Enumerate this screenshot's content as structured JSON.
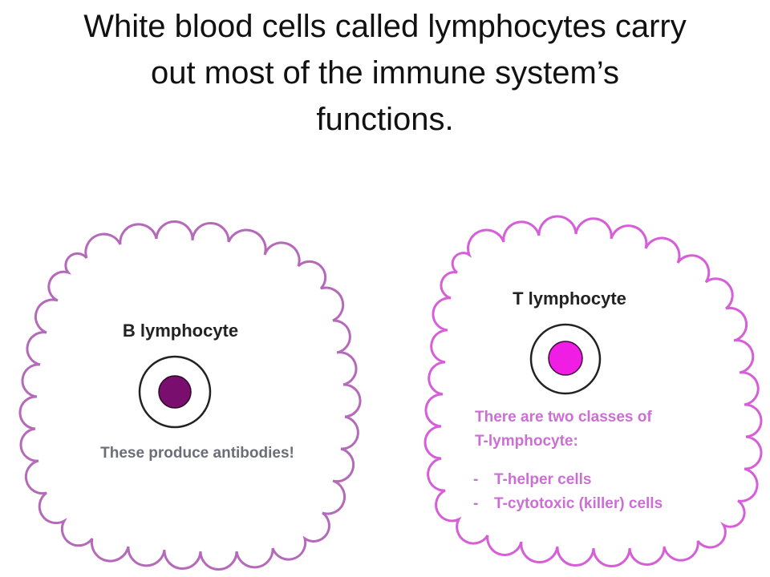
{
  "title": {
    "lines": [
      "White blood cells called lymphocytes carry",
      "out most of the immune system’s",
      "functions."
    ]
  },
  "b_cell": {
    "label": "B lymphocyte",
    "description": "These produce antibodies!"
  },
  "t_cell": {
    "label": "T lymphocyte",
    "description_lines": [
      "There are two classes of",
      "T-lymphocyte:"
    ],
    "classes": [
      "T-helper cells",
      "T-cytotoxic (killer) cells"
    ],
    "bullet": "-"
  },
  "colors": {
    "b_cloud_outline": "#b56ab9",
    "t_cloud_outline": "#d65ed8",
    "b_nucleus": "#7a0e6e",
    "t_nucleus": "#f01ee4",
    "b_text": "#6d6d78",
    "t_text": "#cc6fd4",
    "label_text": "#222222"
  }
}
